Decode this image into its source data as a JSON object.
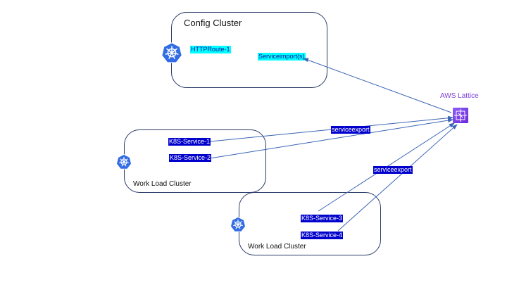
{
  "colors": {
    "cluster_border": "#2a3a66",
    "arrow": "#3a64b4",
    "cyan_highlight": "#00ffff",
    "blue_highlight": "#0000cc",
    "k8s_blue": "#326ce5",
    "lattice_purple": "#7b3fd4"
  },
  "config_cluster": {
    "title": "Config Cluster",
    "icon": "kubernetes-icon",
    "httproute_label": "HTTPRoute-1",
    "serviceimport_label": "Serviceimport(s)"
  },
  "work_cluster_1": {
    "title": "Work Load Cluster",
    "icon": "kubernetes-icon",
    "services": [
      "K8S-Service-1",
      "K8S-Service-2"
    ]
  },
  "work_cluster_2": {
    "title": "Work Load Cluster",
    "icon": "kubernetes-icon",
    "services": [
      "K8S-Service-3",
      "K8S-Service-4"
    ]
  },
  "aws_lattice": {
    "label": "AWS Lattice",
    "icon": "aws-lattice-icon"
  },
  "edge_labels": {
    "serviceexport_1": "serviceexport",
    "serviceexport_2": "serviceexport"
  }
}
